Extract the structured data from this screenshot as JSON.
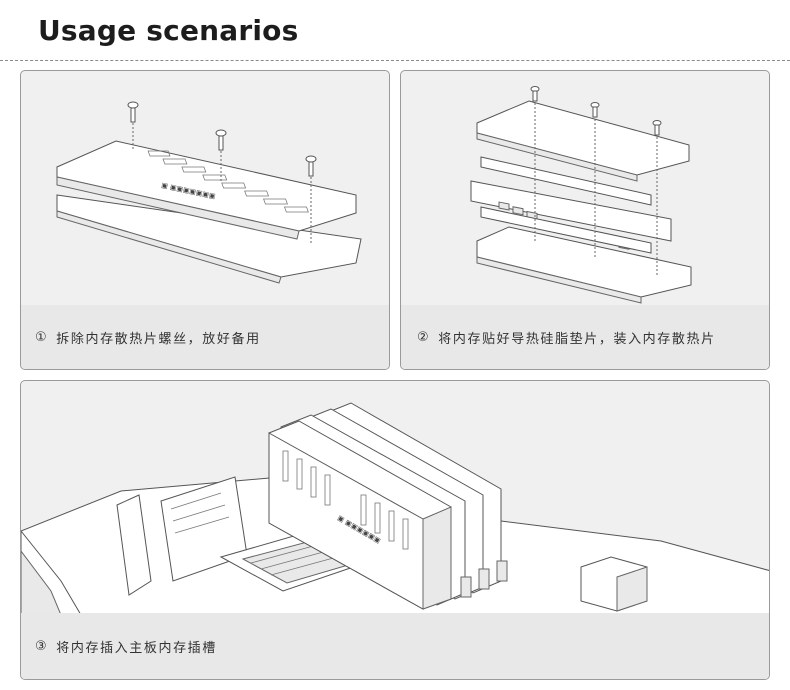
{
  "header": {
    "title": "Usage scenarios"
  },
  "steps": [
    {
      "num": "①",
      "text": "拆除内存散热片螺丝，放好备用"
    },
    {
      "num": "②",
      "text": "将内存贴好导热硅脂垫片，装入内存散热片"
    },
    {
      "num": "③",
      "text": "将内存插入主板内存插槽"
    }
  ]
}
